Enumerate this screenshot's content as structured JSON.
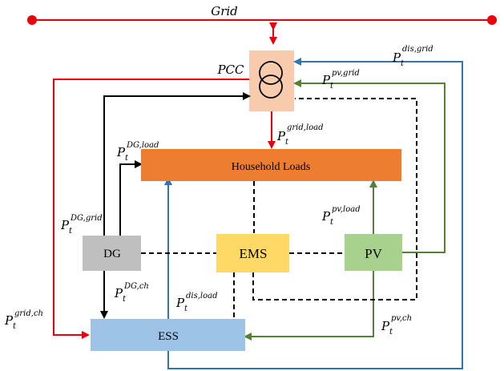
{
  "title": "Grid",
  "pcc_label": "PCC",
  "boxes": {
    "household_loads": "Household Loads",
    "dg": "DG",
    "ems": "EMS",
    "pv": "PV",
    "ess": "ESS"
  },
  "flows": [
    {
      "id": "dis_grid",
      "base": "P",
      "sub": "t",
      "sup": "dis,grid"
    },
    {
      "id": "pv_grid",
      "base": "P",
      "sub": "t",
      "sup": "pv,grid"
    },
    {
      "id": "grid_load",
      "base": "P",
      "sub": "t",
      "sup": "grid,load"
    },
    {
      "id": "dg_load",
      "base": "P",
      "sub": "t",
      "sup": "DG,load"
    },
    {
      "id": "dg_grid",
      "base": "P",
      "sub": "t",
      "sup": "DG,grid"
    },
    {
      "id": "pv_load",
      "base": "P",
      "sub": "t",
      "sup": "pv,load"
    },
    {
      "id": "dg_ch",
      "base": "P",
      "sub": "t",
      "sup": "DG,ch"
    },
    {
      "id": "dis_load",
      "base": "P",
      "sub": "t",
      "sup": "dis,load"
    },
    {
      "id": "grid_ch",
      "base": "P",
      "sub": "t",
      "sup": "grid,ch"
    },
    {
      "id": "pv_ch",
      "base": "P",
      "sub": "t",
      "sup": "pv,ch"
    }
  ],
  "colors": {
    "grid_red": "#e8000b",
    "blue": "#2e75b6",
    "green": "#548235",
    "black": "#000000",
    "pcc_fill": "#f8cbad",
    "household_fill": "#ed7d31",
    "dg_fill": "#bfbfbf",
    "ems_fill": "#ffd966",
    "pv_fill": "#a9d18e",
    "ess_fill": "#9dc3e6"
  }
}
